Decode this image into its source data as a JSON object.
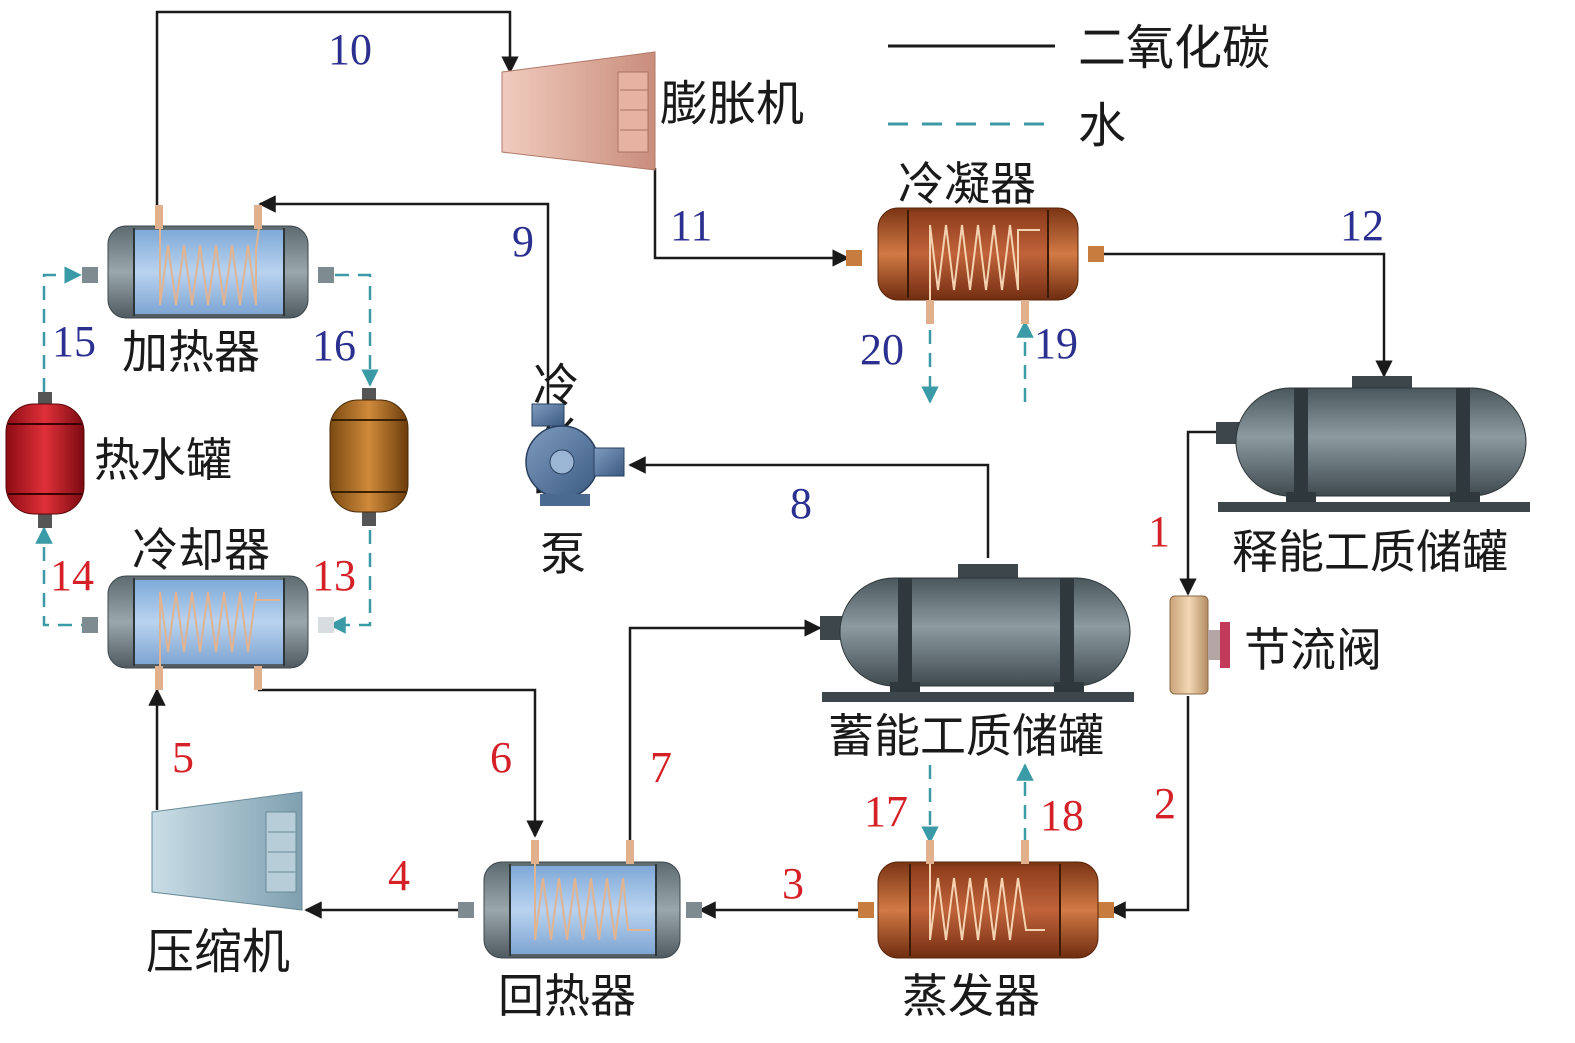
{
  "legend": {
    "co2_label": "二氧化碳",
    "water_label": "水"
  },
  "components": {
    "expander": "膨胀机",
    "condenser": "冷凝器",
    "heater": "加热器",
    "cold_water_tank": "冷水罐",
    "hot_water_tank": "热水罐",
    "cooler": "冷却器",
    "pump": "泵",
    "discharge_storage_tank": "释能工质储罐",
    "throttle_valve": "节流阀",
    "charge_storage_tank": "蓄能工质储罐",
    "compressor": "压缩机",
    "regenerator": "回热器",
    "evaporator": "蒸发器"
  },
  "state_points": {
    "s1": "1",
    "s2": "2",
    "s3": "3",
    "s4": "4",
    "s5": "5",
    "s6": "6",
    "s7": "7",
    "s8": "8",
    "s9": "9",
    "s10": "10",
    "s11": "11",
    "s12": "12",
    "s13": "13",
    "s14": "14",
    "s15": "15",
    "s16": "16",
    "s17": "17",
    "s18": "18",
    "s19": "19",
    "s20": "20"
  },
  "colors": {
    "charge_label": "#d62027",
    "discharge_label": "#2b2f8f",
    "co2_line": "#1a1a1a",
    "water_line": "#3a9aa6"
  }
}
